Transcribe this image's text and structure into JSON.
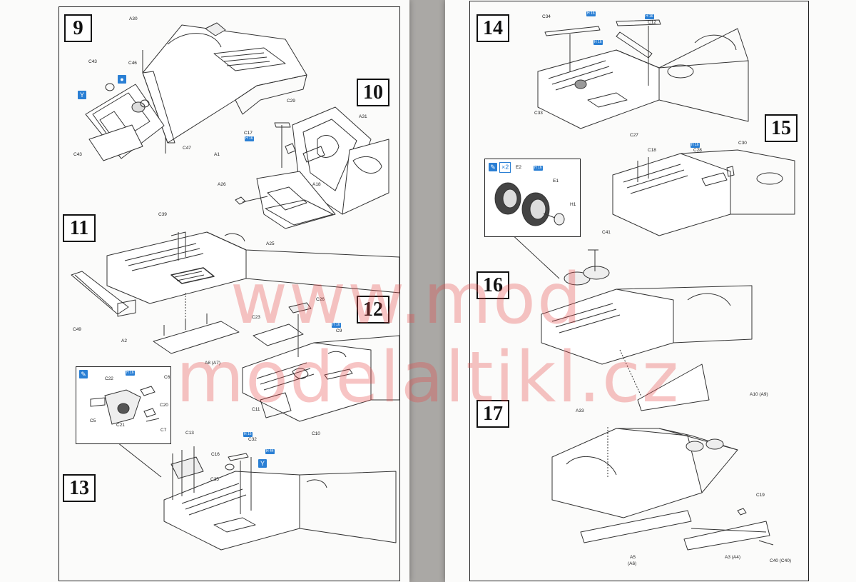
{
  "watermark": {
    "left": "www.mod",
    "right": "modelaltikl.cz"
  },
  "steps": {
    "s9": "9",
    "s10": "10",
    "s11": "11",
    "s12": "12",
    "s13": "13",
    "s14": "14",
    "s15": "15",
    "s16": "16",
    "s17": "17"
  },
  "chip_text": "H 16",
  "chip_text_44": "H 44",
  "paint_count": "2",
  "labels": {
    "A30": "A30",
    "C43a": "C43",
    "C46": "C46",
    "C43b": "C43",
    "C47": "C47",
    "A1": "A1",
    "C29": "C29",
    "A31": "A31",
    "C17": "C17",
    "A18": "A18",
    "A26": "A26",
    "A25": "A25",
    "C39": "C39",
    "C49": "C49",
    "A2": "A2",
    "A8": "A8 (A7)",
    "C26": "C26",
    "C23": "C23",
    "C9": "C9",
    "C11": "C11",
    "C10": "C10",
    "C22": "C22",
    "C6": "C6",
    "C5": "C5",
    "C20": "C20",
    "C21": "C21",
    "C7": "C7",
    "C13": "C13",
    "C16": "C16",
    "C32": "C32",
    "C35": "C35",
    "C34": "C34",
    "C12": "C12",
    "C33": "C33",
    "C27": "C27",
    "E2": "E2",
    "E1": "E1",
    "H1": "H1",
    "C18": "C18",
    "C28": "C28",
    "C30": "C30",
    "C41": "C41",
    "A10": "A10 (A9)",
    "A33": "A33",
    "C19": "C19",
    "A5": "A5",
    "A6": "(A6)",
    "A3": "A3 (A4)",
    "C40": "C40 (C40)"
  }
}
